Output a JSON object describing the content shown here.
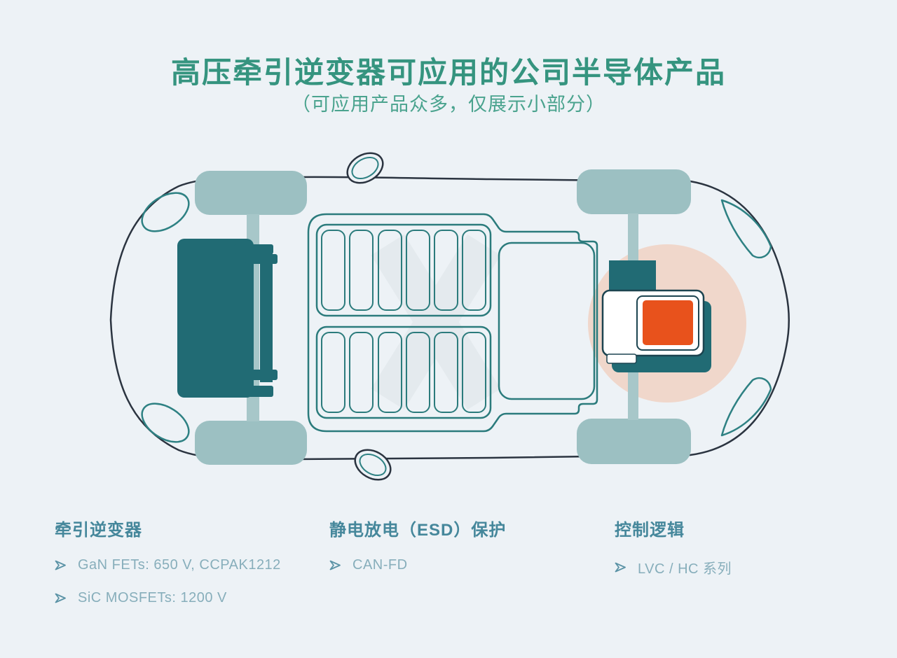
{
  "header": {
    "title": "高压牵引逆变器可应用的公司半导体产品",
    "subtitle": "（可应用产品众多，仅展示小部分）"
  },
  "legend": {
    "bullet_glyph": "➢",
    "columns": [
      {
        "header": "牵引逆变器",
        "items": [
          "GaN FETs: 650 V, CCPAK1212",
          "SiC MOSFETs: 1200 V"
        ]
      },
      {
        "header": "静电放电（ESD）保护",
        "items": [
          "CAN-FD"
        ]
      },
      {
        "header": "控制逻辑",
        "items": [
          "LVC / HC 系列"
        ]
      }
    ]
  },
  "diagram": {
    "watermark": "X",
    "description": "top view of electric car chassis with battery pack, front drive unit and highlighted rear traction inverter",
    "colors": {
      "background": "#edf2f6",
      "title_teal": "#35947f",
      "subtitle_teal": "#4aa38e",
      "heading_blue": "#45879b",
      "item_text": "#87aebb",
      "outline_teal": "#2b7b7c",
      "car_outline": "#2b3440",
      "wheel_teal": "#9cc0c2",
      "axle_teal": "#a7c7c9",
      "dark_teal": "#216b74",
      "inverter_outline": "#1c4450",
      "highlight_orange": "#e8521c",
      "highlight_pink": "#f0d7cb"
    }
  }
}
